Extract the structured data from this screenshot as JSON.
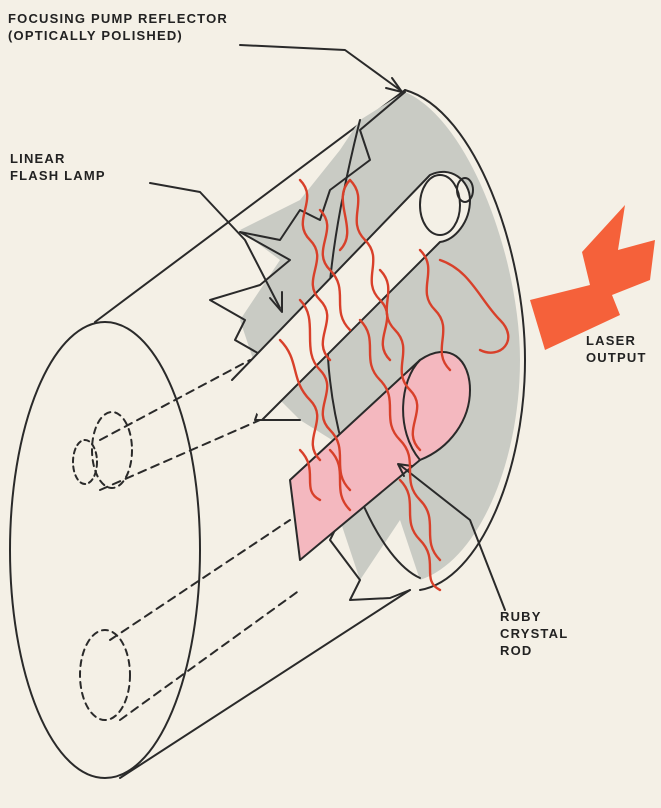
{
  "labels": {
    "reflector": [
      "FOCUSING PUMP REFLECTOR",
      "(OPTICALLY POLISHED)"
    ],
    "flash_lamp": [
      "LINEAR",
      "FLASH LAMP"
    ],
    "laser_output": [
      "LASER",
      "OUTPUT"
    ],
    "ruby_rod": [
      "RUBY",
      "CRYSTAL",
      "ROD"
    ]
  },
  "colors": {
    "background": "#f4f0e6",
    "outline": "#2a2a2a",
    "reflector_shading": "#c9cbc4",
    "ruby": "#f4b8bf",
    "light_rays": "#d8402a",
    "laser_beam": "#f5613a"
  }
}
